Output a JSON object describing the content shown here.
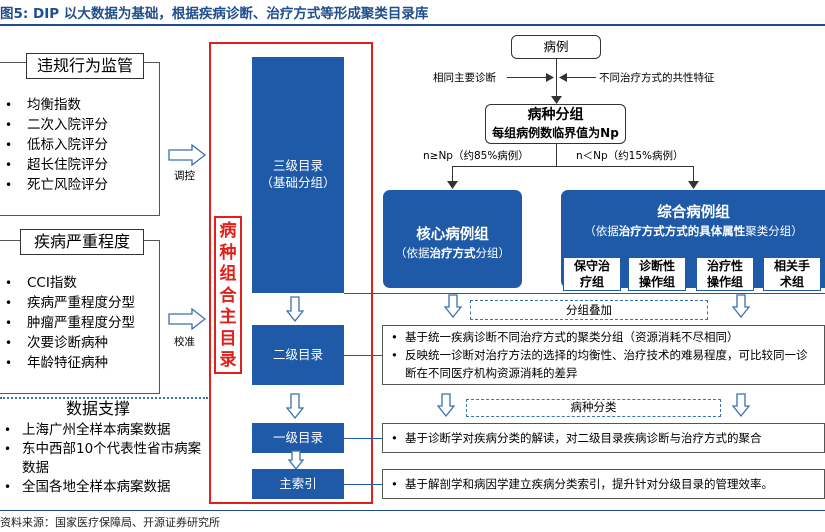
{
  "header": {
    "title": "图5: DIP 以大数据为基础，根据疾病诊断、治疗方式等形成聚类目录库"
  },
  "left": {
    "violation": {
      "title": "违规行为监管",
      "items": [
        "均衡指数",
        "二次入院评分",
        "低标入院评分",
        "超长住院评分",
        "死亡风险评分"
      ],
      "arrow_label": "调控"
    },
    "severity": {
      "title": "疾病严重程度",
      "items": [
        "CCI指数",
        "疾病严重程度分型",
        "肿瘤严重程度分型",
        "次要诊断病种",
        "年龄特征病种"
      ],
      "arrow_label": "校准"
    },
    "data_support": {
      "title": "数据支撑",
      "items": [
        "上海广州全样本病案数据",
        "东中西部10个代表性省市病案数据",
        "全国各地全样本病案数据"
      ]
    }
  },
  "catalog": {
    "vertical_label": "病种组合主目录",
    "level3": "三级目录\n（基础分组）",
    "level2": "二级目录",
    "level1": "一级目录",
    "main_index": "主索引"
  },
  "flow": {
    "case": "病例",
    "left_label": "相同主要诊断",
    "right_label": "不同治疗方式的共性特征",
    "group_title": "病种分组",
    "group_sub": "每组病例数临界值为Np",
    "branch_left": "n≥Np（约85%病例）",
    "branch_right": "n＜Np（约15%病例）",
    "core_title": "核心病例组",
    "core_sub_pre": "（依据",
    "core_sub_bold": "治疗方式",
    "core_sub_post": "分组）",
    "comp_title": "综合病例组",
    "comp_sub_pre": "（依据",
    "comp_sub_bold": "治疗方式方式的具体属性",
    "comp_sub_post": "聚类分组）",
    "sub_groups": [
      "保守治\n疗组",
      "诊断性\n操作组",
      "治疗性\n操作组",
      "相关手\n术组"
    ],
    "overlay_label": "分组叠加",
    "classify_label": "病种分类"
  },
  "notes": {
    "n1": "基于统一疾病诊断不同治疗方式的聚类分组（资源消耗不尽相同）",
    "n2": "反映统一诊断对治疗方法的选择的均衡性、治疗技术的难易程度，可比较同一诊断在不同医疗机构资源消耗的差异",
    "n3": "基于诊断学对疾病分类的解读，对二级目录疾病诊断与治疗方式的聚合",
    "n4": "基于解剖学和病因学建立疾病分类索引，提升针对分级目录的管理效率。"
  },
  "footer": {
    "source": "资料来源：国家医疗保障局、开源证券研究所"
  },
  "colors": {
    "brand_blue": "#1e5aa8",
    "red": "#e0201b",
    "title_blue": "#1f4e8c"
  }
}
